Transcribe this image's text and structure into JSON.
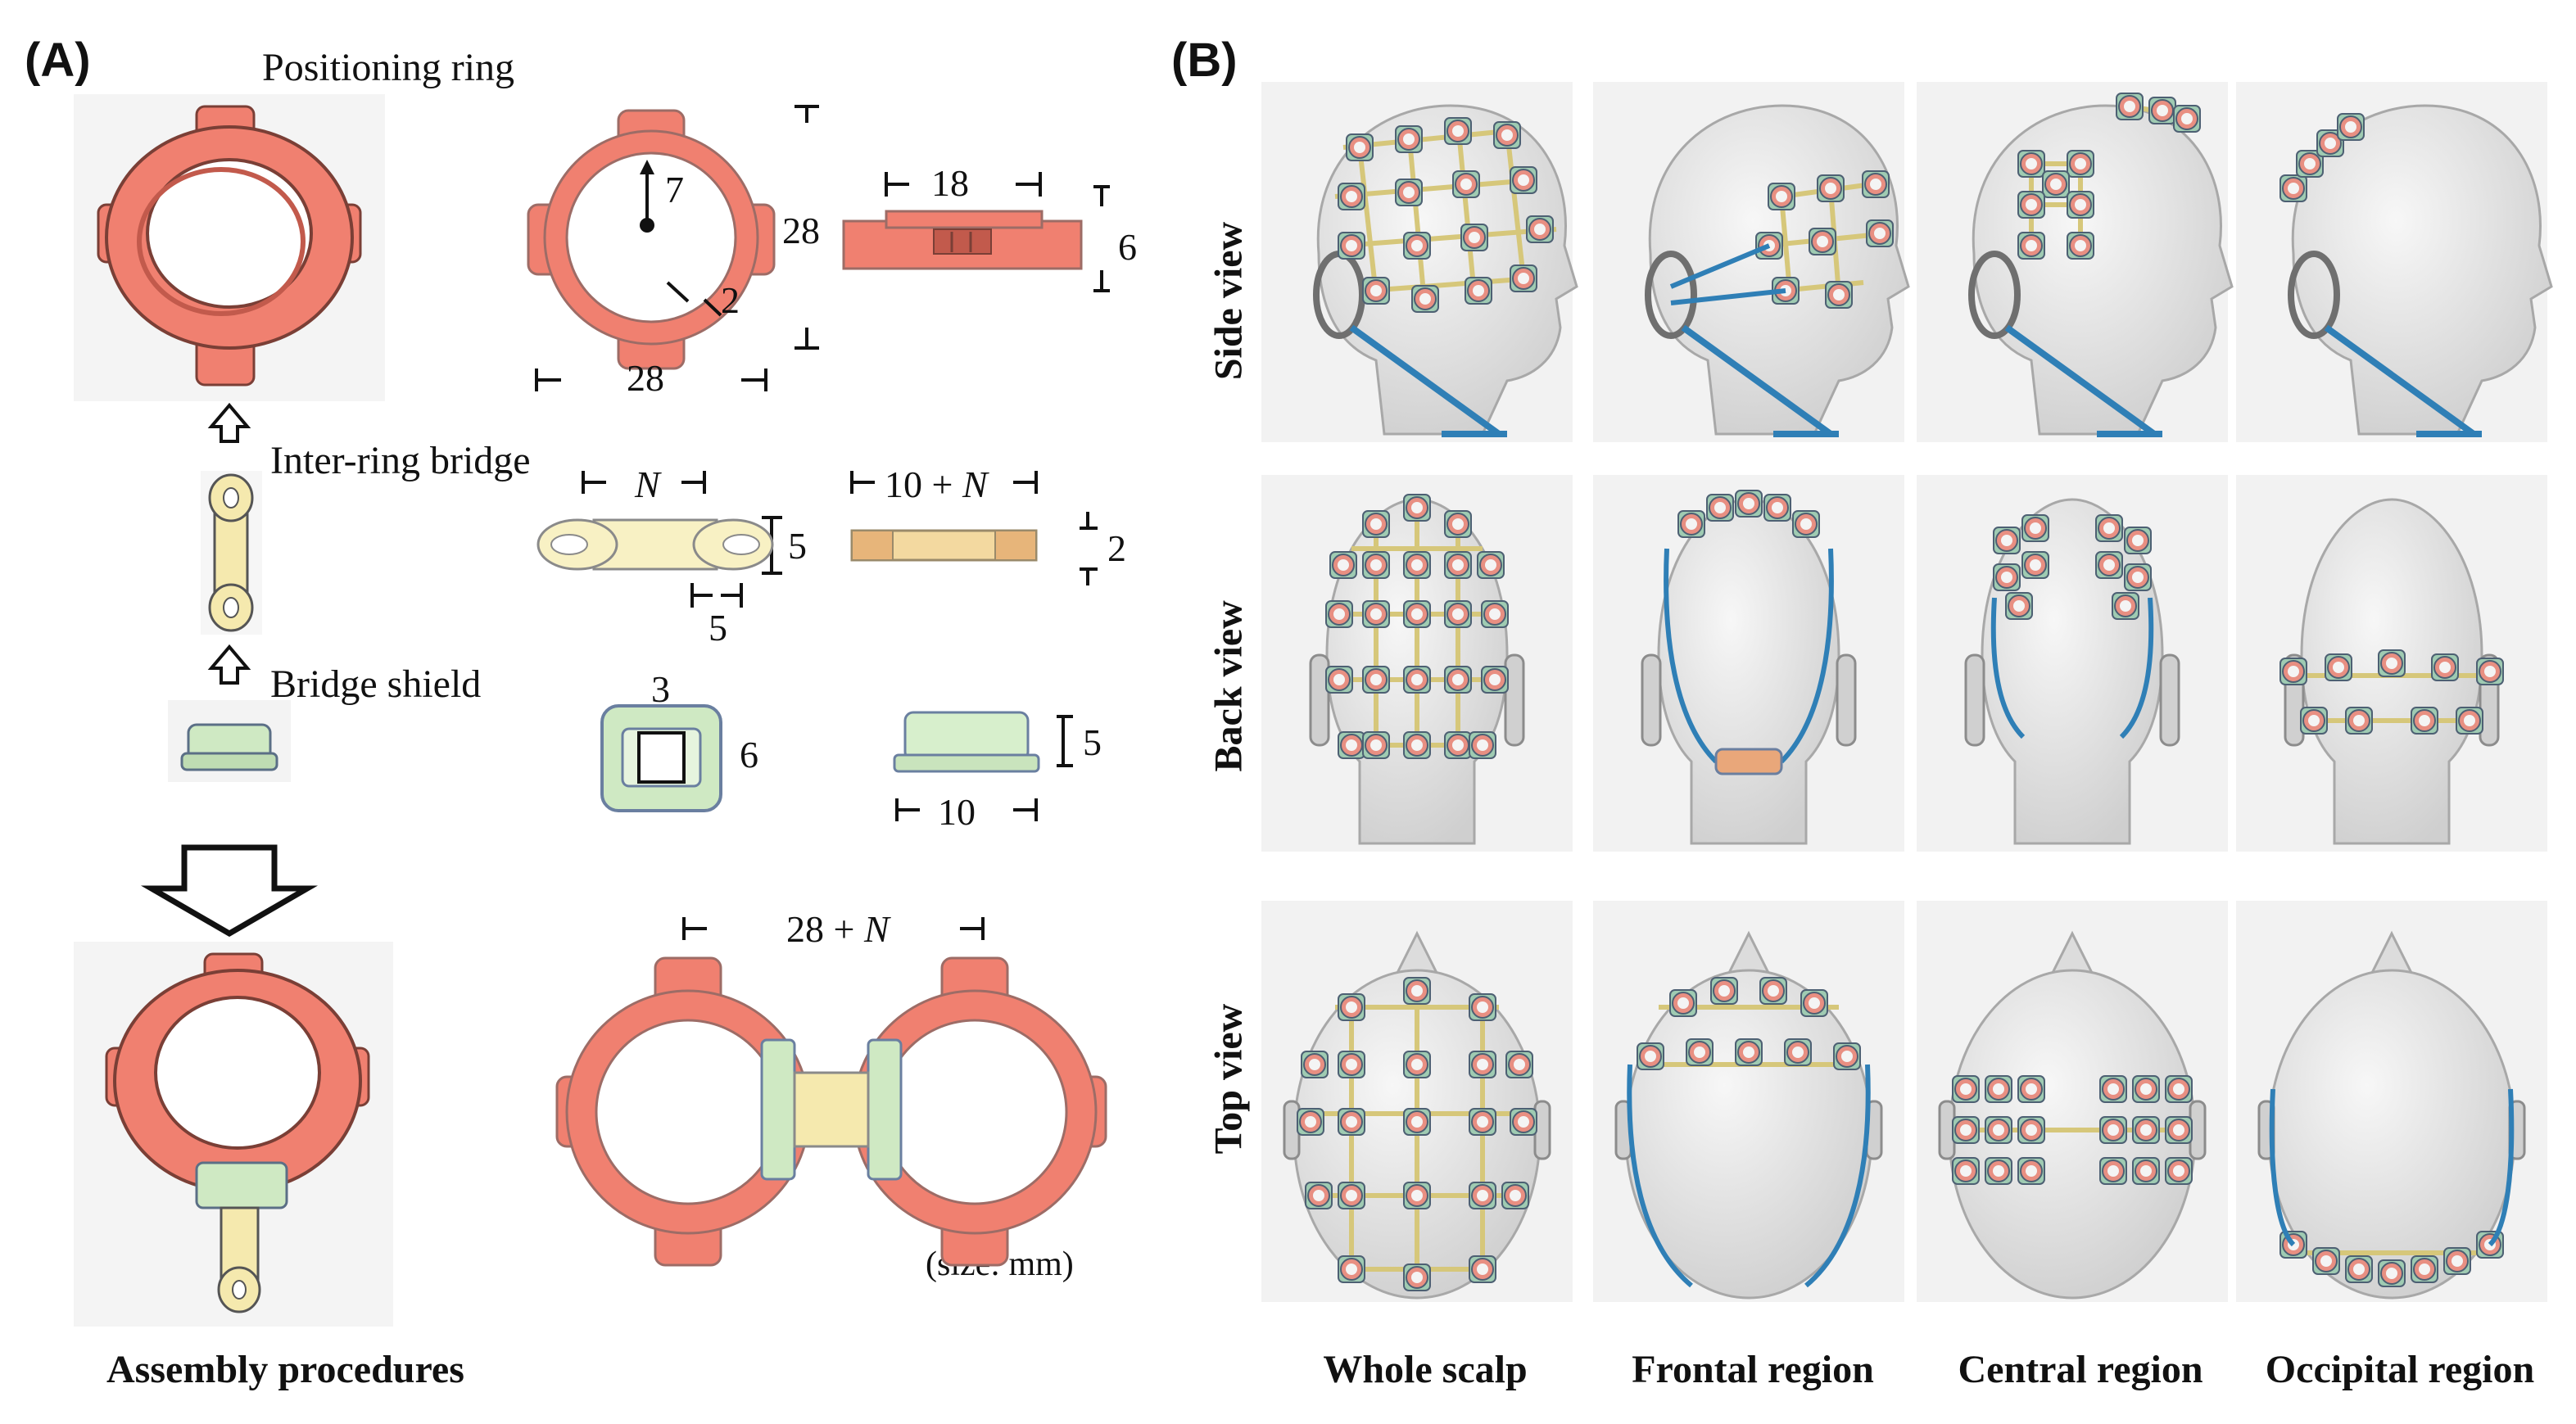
{
  "panel_a": {
    "label": "(A)",
    "positioning_ring_label": "Positioning ring",
    "bridge_label": "Inter-ring bridge",
    "shield_label": "Bridge shield",
    "assembly_label": "Assembly procedures",
    "size_note": "(size: mm)",
    "dims": {
      "ring_radius": "7",
      "ring_wall": "2",
      "ring_height": "28",
      "ring_width": "28",
      "ring_side_length": "18",
      "ring_side_thickness": "6",
      "bridge_gap": "N",
      "bridge_height": "5",
      "bridge_end": "5",
      "bridge_length_prefix": "10 + ",
      "bridge_length_var": "N",
      "bridge_thickness": "2",
      "shield_gap": "3",
      "shield_height": "6",
      "shield_side_height": "5",
      "shield_length": "10",
      "assembly_prefix": "28 + ",
      "assembly_var": "N"
    }
  },
  "panel_b": {
    "label": "(B)",
    "rows": [
      "Side  view",
      "Back  view",
      "Top  view"
    ],
    "columns": [
      "Whole scalp",
      "Frontal region",
      "Central region",
      "Occipital region"
    ]
  },
  "colors": {
    "ring": "#f08070",
    "ring_dark": "#c25a4c",
    "bridge": "#f5e9ae",
    "shield": "#cfe9c3",
    "strap": "#2f7fb6",
    "head": "#e6e6e6"
  }
}
